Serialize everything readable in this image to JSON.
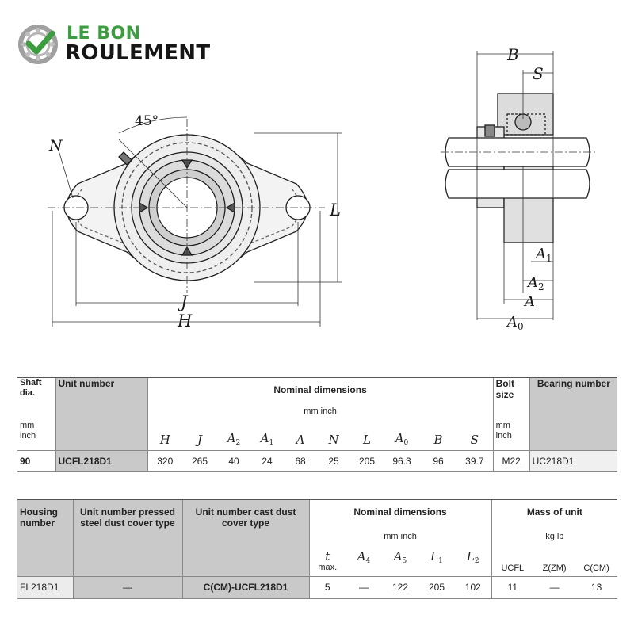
{
  "logo": {
    "line1": "LE BON",
    "line2": "ROULEMENT",
    "check_color": "#3a9e3e",
    "ring_color": "#9a9a9a",
    "icon": "bearing-checkmark-icon"
  },
  "drawing": {
    "front_labels": {
      "angle": "45°",
      "N": "N",
      "L": "L",
      "J": "J",
      "H": "H"
    },
    "side_labels": {
      "B": "B",
      "S": "S",
      "A1": "A",
      "A1_sub": "1",
      "A2": "A",
      "A2_sub": "2",
      "A": "A",
      "A0": "A",
      "A0_sub": "0"
    }
  },
  "table1": {
    "h_shaft": "Shaft dia.",
    "h_shaft_units": "mm inch",
    "h_unit": "Unit number",
    "h_nominal": "Nominal dimensions",
    "h_nominal_units": "mm  inch",
    "h_bolt": "Bolt size",
    "h_bolt_units": "mm inch",
    "h_bearing": "Bearing number",
    "symbols": [
      {
        "main": "H",
        "sub": ""
      },
      {
        "main": "J",
        "sub": ""
      },
      {
        "main": "A",
        "sub": "2"
      },
      {
        "main": "A",
        "sub": "1"
      },
      {
        "main": "A",
        "sub": ""
      },
      {
        "main": "N",
        "sub": ""
      },
      {
        "main": "L",
        "sub": ""
      },
      {
        "main": "A",
        "sub": "0"
      },
      {
        "main": "B",
        "sub": ""
      },
      {
        "main": "S",
        "sub": ""
      }
    ],
    "row": {
      "shaft": "90",
      "unit": "UCFL218D1",
      "values": [
        "320",
        "265",
        "40",
        "24",
        "68",
        "25",
        "205",
        "96.3",
        "96",
        "39.7"
      ],
      "bolt": "M22",
      "bearing": "UC218D1"
    }
  },
  "table2": {
    "h_housing": "Housing number",
    "h_pressed": "Unit number pressed steel dust cover type",
    "h_cast": "Unit number cast dust cover type",
    "h_nominal": "Nominal dimensions",
    "h_nominal_units": "mm  inch",
    "h_mass": "Mass of unit",
    "h_mass_units": "kg  lb",
    "t_symbol": "t",
    "t_max": "max.",
    "symbols": [
      {
        "main": "A",
        "sub": "4"
      },
      {
        "main": "A",
        "sub": "5"
      },
      {
        "main": "L",
        "sub": "1"
      },
      {
        "main": "L",
        "sub": "2"
      }
    ],
    "mass_cols": [
      "UCFL",
      "Z(ZM)",
      "C(CM)"
    ],
    "row": {
      "housing": "FL218D1",
      "pressed": "—",
      "cast": "C(CM)-UCFL218D1",
      "values": [
        "5",
        "—",
        "122",
        "205",
        "102"
      ],
      "mass": [
        "11",
        "—",
        "13"
      ]
    }
  }
}
